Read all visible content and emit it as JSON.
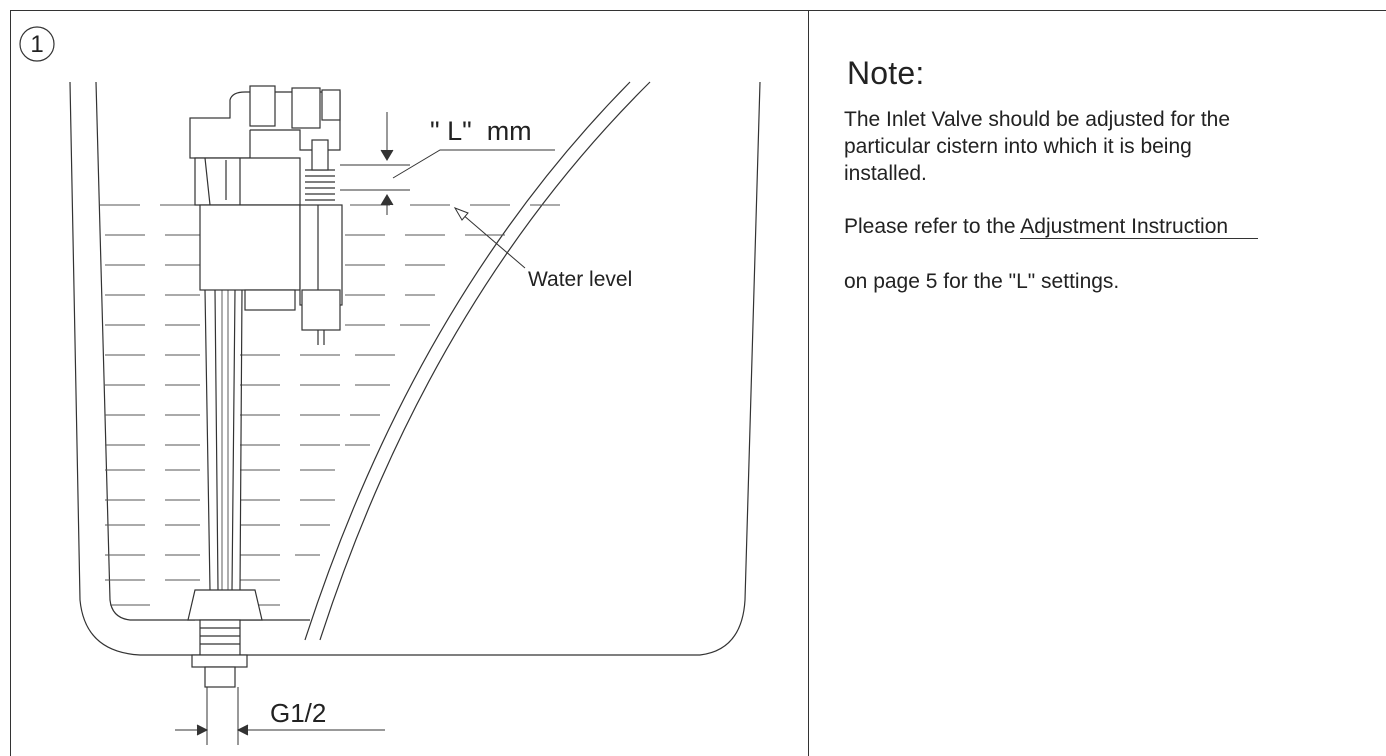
{
  "figure": {
    "step_number": "1",
    "dimension_label": "\" L\"  mm",
    "water_level_label": "Water level",
    "thread_label": "G1/2"
  },
  "note": {
    "title": "Note:",
    "paragraph": "The Inlet Valve should be adjusted for the particular cistern into which it is being installed.",
    "ref_prefix": "Please refer to the ",
    "ref_link": "Adjustment Instruction",
    "ref_suffix": "on page 5  for the \"L\" settings."
  },
  "colors": {
    "line": "#333333",
    "dash": "#555555",
    "background": "#ffffff"
  }
}
